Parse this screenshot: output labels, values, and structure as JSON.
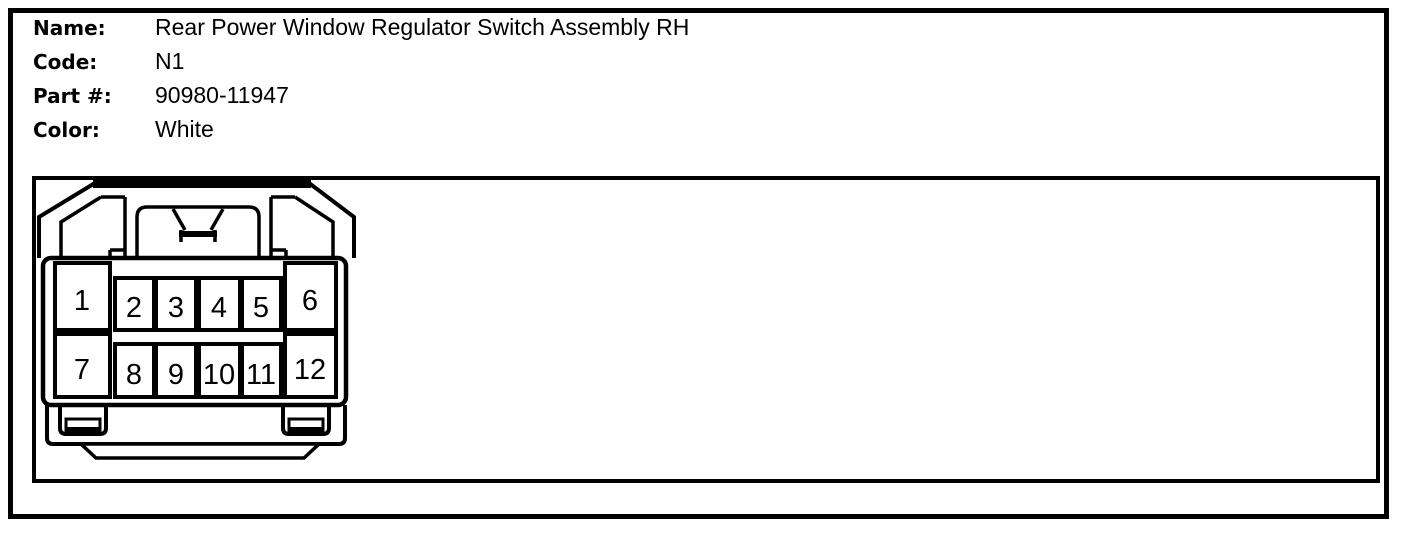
{
  "colors": {
    "line": "#000000",
    "background": "#ffffff"
  },
  "header": {
    "fields": [
      {
        "label": "Name:",
        "value": "Rear Power Window Regulator Switch Assembly RH"
      },
      {
        "label": "Code:",
        "value": "N1"
      },
      {
        "label": "Part #:",
        "value": "90980-11947"
      },
      {
        "label": "Color:",
        "value": "White"
      }
    ]
  },
  "connector": {
    "pins": {
      "row1": [
        "1",
        "2",
        "3",
        "4",
        "5",
        "6"
      ],
      "row2": [
        "7",
        "8",
        "9",
        "10",
        "11",
        "12"
      ]
    }
  }
}
